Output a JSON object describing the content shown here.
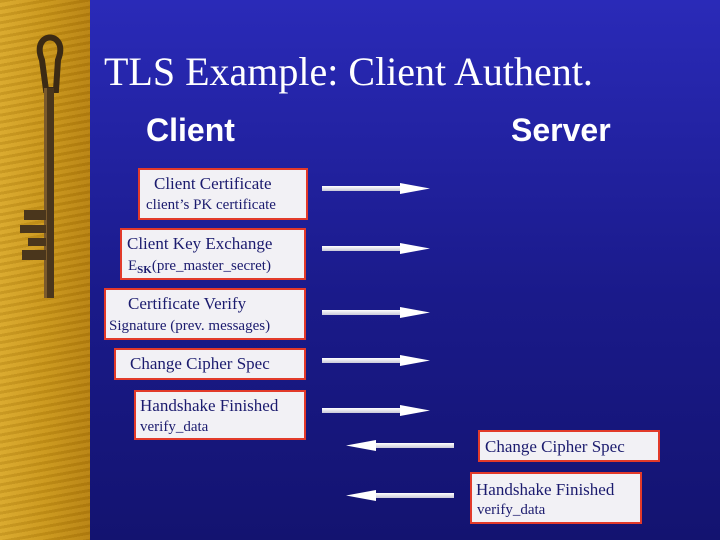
{
  "title": "TLS Example: Client Authent.",
  "headers": {
    "client": "Client",
    "server": "Server"
  },
  "messages": {
    "client_certificate": {
      "label": "Client Certificate",
      "detail": "client’s PK certificate"
    },
    "client_key_exchange": {
      "label": "Client Key Exchange",
      "detail_prefix": "E",
      "detail_subscript": "SK",
      "detail_suffix": "(pre_master_secret)"
    },
    "certificate_verify": {
      "label": "Certificate Verify",
      "detail": "Signature (prev. messages)"
    },
    "change_cipher_spec_client": {
      "label": "Change Cipher Spec"
    },
    "handshake_finished_client": {
      "label": "Handshake Finished",
      "detail": "verify_data"
    },
    "change_cipher_spec_server": {
      "label": "Change Cipher Spec"
    },
    "handshake_finished_server": {
      "label": "Handshake Finished",
      "detail": "verify_data"
    }
  },
  "arrows": [
    {
      "direction": "to-server"
    },
    {
      "direction": "to-server"
    },
    {
      "direction": "to-server"
    },
    {
      "direction": "to-server"
    },
    {
      "direction": "to-server"
    },
    {
      "direction": "to-client"
    },
    {
      "direction": "to-client"
    }
  ],
  "colors": {
    "background": "#1f1f9c",
    "side_strip": "#c99519",
    "box_border": "#e23a2a",
    "box_fill": "#f2f1f5",
    "box_text": "#1b1b6e",
    "arrow": "#ffffff"
  }
}
